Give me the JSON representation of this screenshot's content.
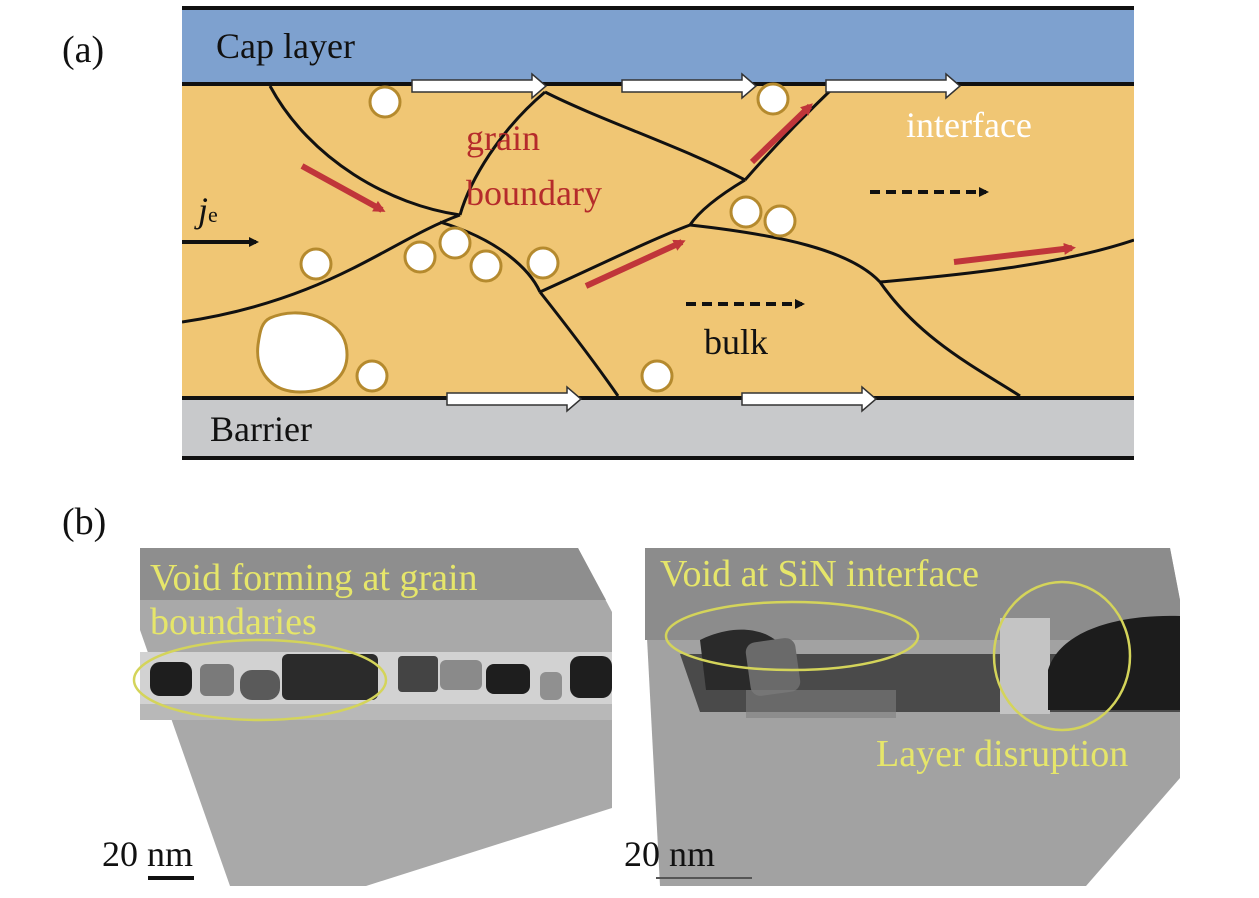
{
  "panel_a": {
    "label": "(a)",
    "cap_layer": "Cap layer",
    "barrier": "Barrier",
    "grain_boundary_line1": "grain",
    "grain_boundary_line2": "boundary",
    "interface": "interface",
    "bulk": "bulk",
    "current_symbol": "j",
    "current_subscript": "e",
    "colors": {
      "cap": "#7ea1cf",
      "metal": "#f0c674",
      "barrier": "#c8c9cb",
      "grain_text": "#b52b2b",
      "red_arrow": "#c0353a",
      "interface_text": "#ffffff"
    }
  },
  "panel_b": {
    "label": "(b)",
    "left_caption_line1": "Void forming at grain",
    "left_caption_line2": "boundaries",
    "right_caption_top": "Void at SiN interface",
    "right_caption_bottom": "Layer disruption",
    "scale_left": "20 nm",
    "scale_right": "20 nm",
    "colors": {
      "caption": "#e6e66a"
    }
  }
}
